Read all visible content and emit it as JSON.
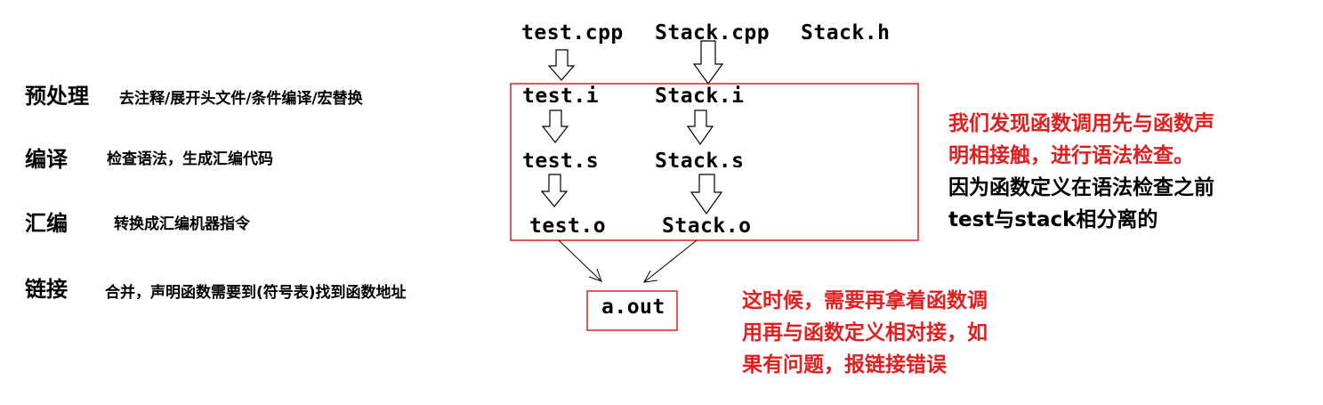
{
  "stages": [
    {
      "name": "预处理",
      "desc": "去注释/展开头文件/条件编译/宏替换"
    },
    {
      "name": "编译",
      "desc": "检查语法，生成汇编代码"
    },
    {
      "name": "汇编",
      "desc": "转换成汇编机器指令"
    },
    {
      "name": "链接",
      "desc": "合并，声明函数需要到(符号表)找到函数地址"
    }
  ],
  "sources": [
    "test.cpp",
    "Stack.cpp",
    "Stack.h"
  ],
  "preprocessed": [
    "test.i",
    "Stack.i"
  ],
  "assembly": [
    "test.s",
    "Stack.s"
  ],
  "objects": [
    "test.o",
    "Stack.o"
  ],
  "output": "a.out",
  "note_right": {
    "red_lines": [
      "我们发现函数调用先与函数声",
      "明相接触，进行语法检查。"
    ],
    "black_lines": [
      "因为函数定义在语法检查之前",
      "test与stack相分离的"
    ]
  },
  "note_bottom": {
    "lines": [
      "这时候，需要再拿着函数调",
      "用再与函数定义相对接，如",
      "果有问题，报链接错误"
    ]
  },
  "colors": {
    "highlight_box": "#e02020",
    "text_red": "#e02020",
    "arrow": "#000000"
  }
}
